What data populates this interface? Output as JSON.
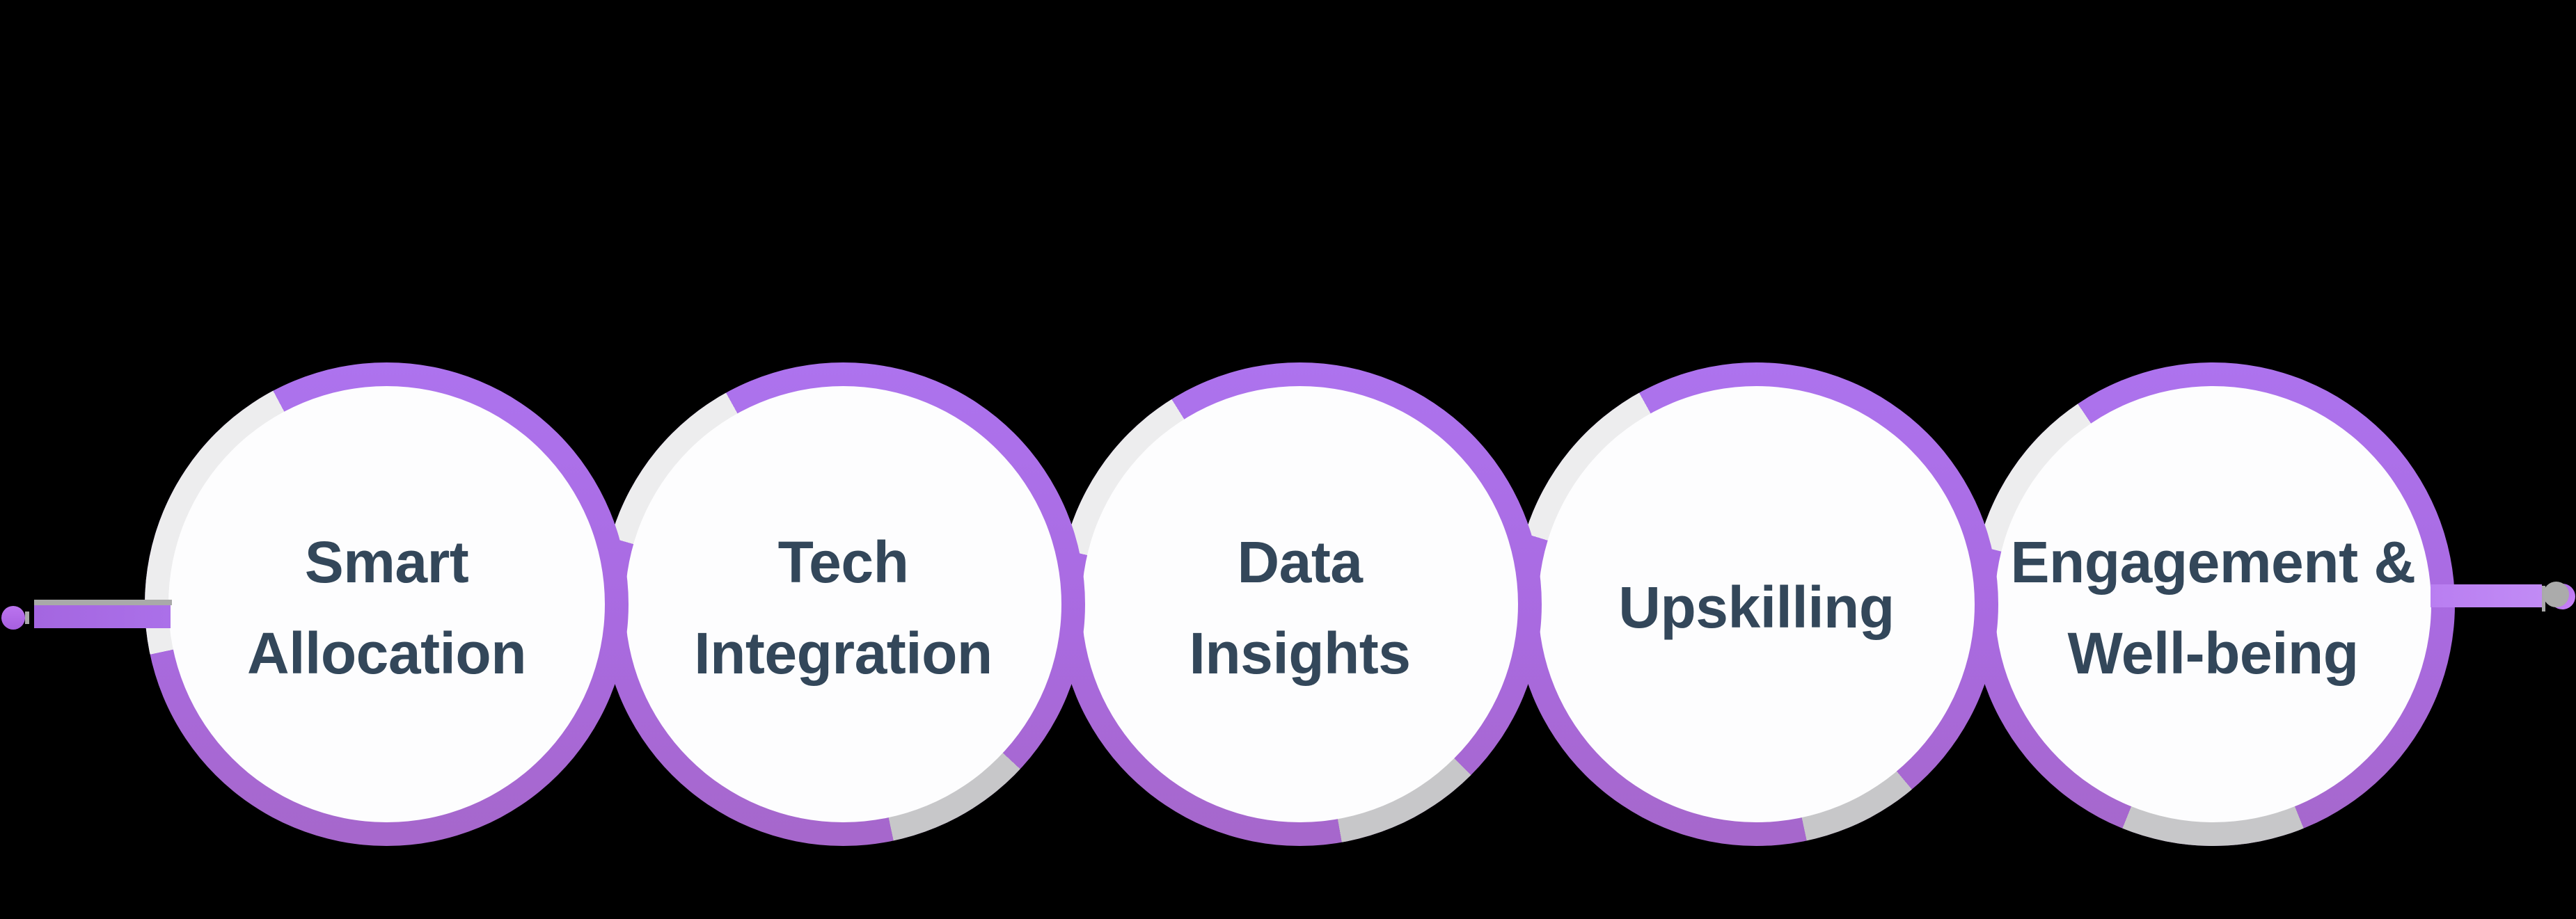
{
  "diagram": {
    "background_color": "#000000",
    "accent_purple_top": "#AD73EE",
    "accent_purple_bottom": "#A667CB",
    "gray_light": "#EDEDEE",
    "gray_medium": "#C7C7C9",
    "label_color": "#33475A",
    "steps": [
      {
        "label": "Smart\nAllocation"
      },
      {
        "label": "Tech\nIntegration"
      },
      {
        "label": "Data\nInsights"
      },
      {
        "label": "Upskilling"
      },
      {
        "label": "Engagement &\nWell-being"
      }
    ]
  }
}
